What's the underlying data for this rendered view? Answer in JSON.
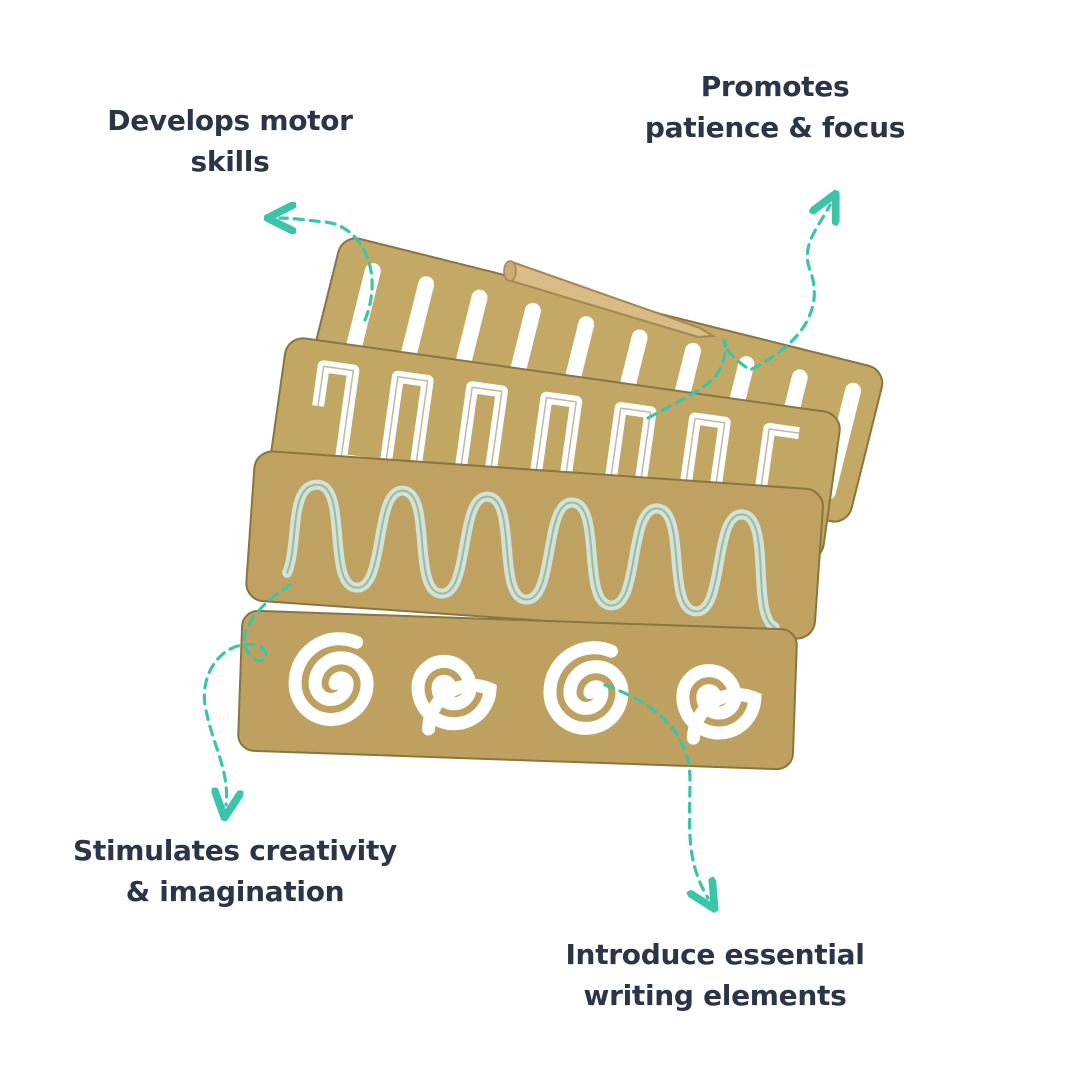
{
  "features": [
    {
      "id": "motor",
      "lines": [
        "Develops motor",
        "skills"
      ]
    },
    {
      "id": "patience",
      "lines": [
        "Promotes",
        "patience & focus"
      ]
    },
    {
      "id": "creative",
      "lines": [
        "Stimulates creativity",
        "& imagination"
      ]
    },
    {
      "id": "writing",
      "lines": [
        "Introduce essential",
        "writing elements"
      ]
    }
  ],
  "colors": {
    "text": "#2a3547",
    "arrow": "#3cc4a8",
    "board": "#c0a564",
    "board_edge": "#8a7440",
    "cutout": "#ffffff",
    "groove": "#cfe3d6"
  }
}
